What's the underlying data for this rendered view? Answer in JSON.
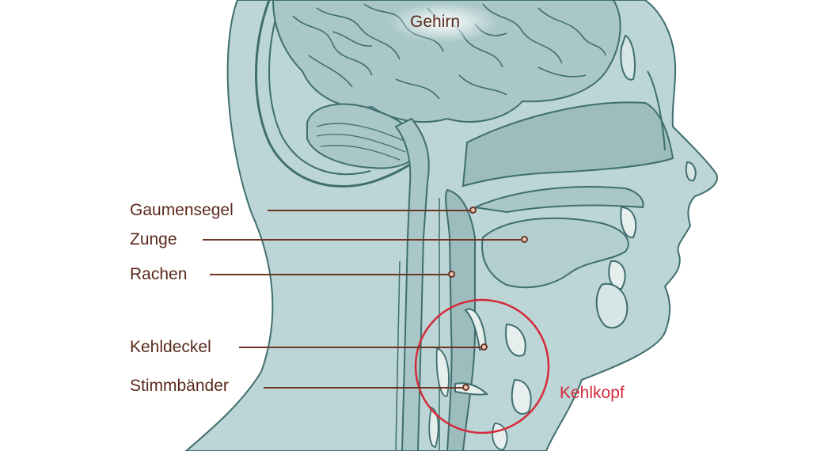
{
  "labels": {
    "brain": "Gehirn",
    "soft_palate": "Gaumensegel",
    "tongue": "Zunge",
    "pharynx": "Rachen",
    "epiglottis": "Kehldeckel",
    "vocal_cords": "Stimmbänder",
    "larynx": "Kehlkopf"
  },
  "colors": {
    "head": "#bcd5d6",
    "outline": "#3f6e6e",
    "label_text": "#5a2a1c",
    "leader": "#6e3424",
    "highlight": "#d42a3a"
  }
}
